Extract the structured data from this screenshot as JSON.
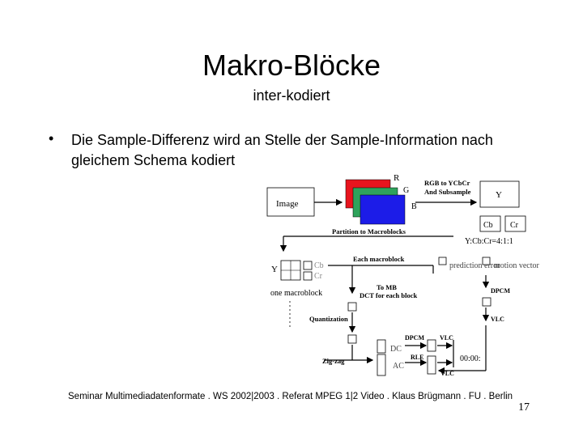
{
  "watermark": "MPEG1/2 Video",
  "title": "Makro-Blöcke",
  "subtitle": "inter-kodiert",
  "bullet": "Die Sample-Differenz wird an Stelle der Sample-Information nach gleichem Schema kodiert",
  "diagram": {
    "image": "Image",
    "r": "R",
    "g": "G",
    "b": "B",
    "rgb_to_ycbcr": "RGB to YCbCr",
    "subsample": "And Subsample",
    "y_plane": "Y",
    "cb_plane": "Cb",
    "cr_plane": "Cr",
    "ratio": "Y:Cb:Cr=4:1:1",
    "partition": "Partition to Macroblocks",
    "each_macroblock": "Each macroblock",
    "mb_y": "Y",
    "mb_cb": "Cb",
    "mb_cr": "Cr",
    "one_macroblock": "one macroblock",
    "prediction_error": "prediction error",
    "motion_vector": "motion vector",
    "dpcm_right": "DPCM",
    "vlc_right": "VLC",
    "to_mb": "To MB",
    "dct_each_block": "DCT for each block",
    "quantization": "Quantization",
    "zigzag": "Zig-zag",
    "dc": "DC",
    "ac": "AC",
    "dpcm_bottom": "DPCM",
    "vlc_top": "VLC",
    "rle": "RLE",
    "vlc_bottom": "VLC",
    "bitstream": "00:00:"
  },
  "footer": "Seminar Multimediadatenformate . WS 2002|2003 . Referat MPEG 1|2 Video . Klaus Brügmann . FU . Berlin",
  "page_number": "17"
}
